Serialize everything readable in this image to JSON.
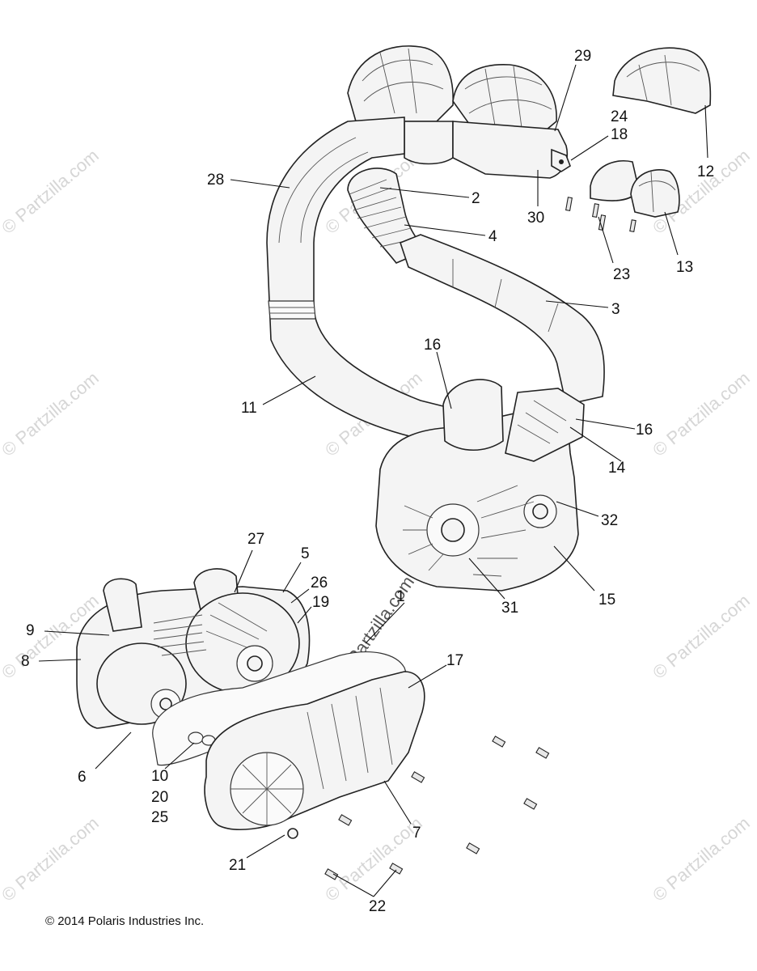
{
  "copyright": "© 2014 Polaris Industries Inc.",
  "watermark": "© Partzilla.com",
  "callouts": [
    "29",
    "24",
    "18",
    "12",
    "28",
    "2",
    "30",
    "4",
    "23",
    "13",
    "3",
    "16",
    "11",
    "16",
    "14",
    "32",
    "27",
    "5",
    "26",
    "19",
    "1",
    "31",
    "15",
    "9",
    "8",
    "17",
    "6",
    "10",
    "20",
    "25",
    "7",
    "21",
    "22"
  ]
}
